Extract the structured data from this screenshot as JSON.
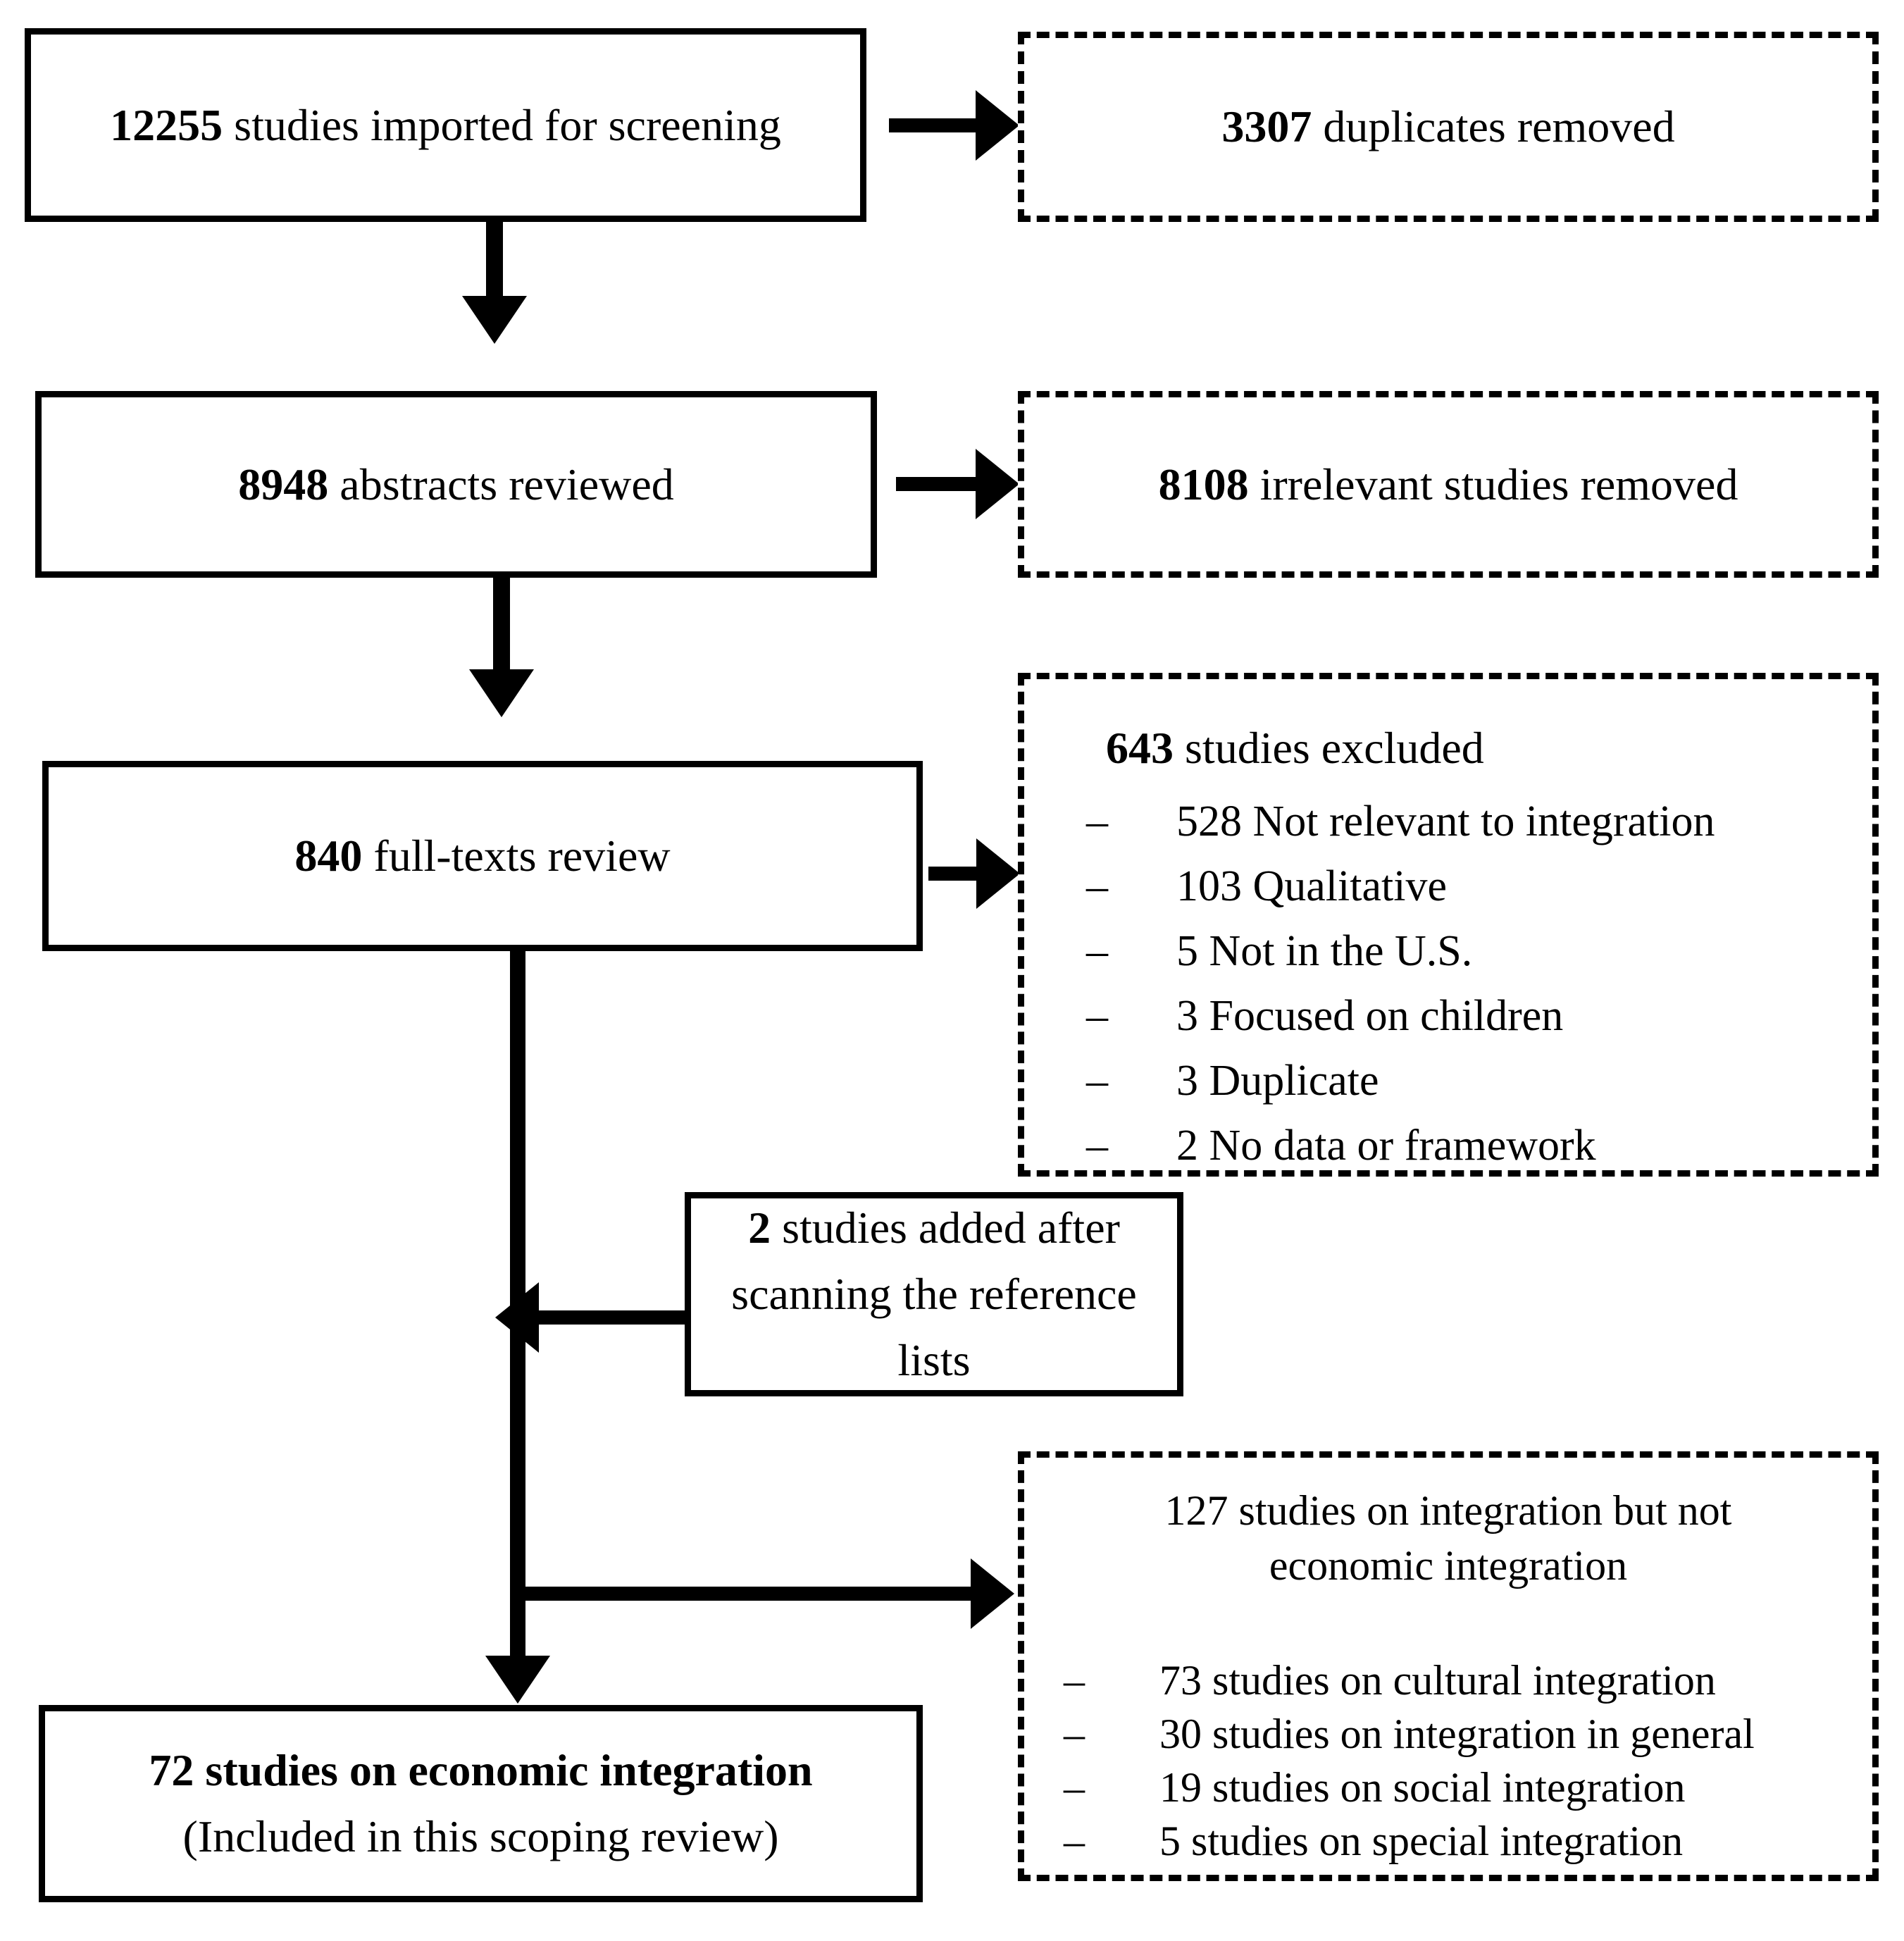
{
  "colors": {
    "ink": "#000000",
    "background": "#ffffff"
  },
  "bullet": "–",
  "boxes": {
    "imported": {
      "count": "12255",
      "rest": " studies imported for screening"
    },
    "duplicates": {
      "count": "3307",
      "rest": " duplicates removed"
    },
    "abstracts": {
      "count": "8948",
      "rest": " abstracts reviewed"
    },
    "irrelevant": {
      "count": "8108",
      "rest": " irrelevant studies removed"
    },
    "fulltexts": {
      "count": "840",
      "rest": " full-texts review"
    },
    "excluded": {
      "count": "643",
      "rest": " studies excluded",
      "items": [
        "528 Not relevant to integration",
        "103 Qualitative",
        "5 Not in the U.S.",
        "3 Focused on children",
        "3 Duplicate",
        "2 No data or framework"
      ]
    },
    "added": {
      "count": "2",
      "rest": " studies added after",
      "line2": "scanning the reference",
      "line3": "lists"
    },
    "not_economic": {
      "title_line1": "127 studies on integration but not",
      "title_line2": "economic integration",
      "items": [
        "73 studies on cultural integration",
        "30 studies on integration in general",
        "19 studies on social integration",
        "5 studies on special integration"
      ]
    },
    "included": {
      "line1": "72 studies on economic integration",
      "line2": "(Included in this scoping review)"
    }
  }
}
